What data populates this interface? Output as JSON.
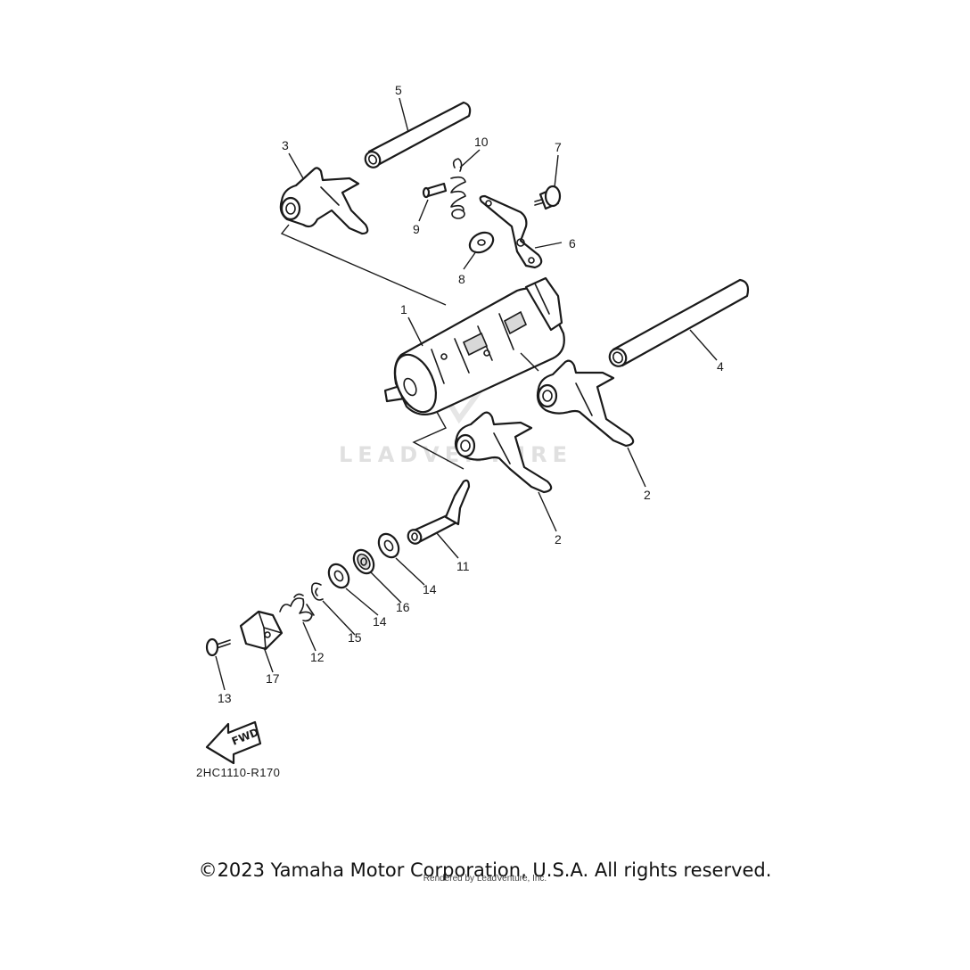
{
  "diagram": {
    "watermark": "LEADVENTURE",
    "diagram_code": "2HC1110-R170",
    "fwd_label": "FWD",
    "callouts": {
      "c1": "1",
      "c2a": "2",
      "c2b": "2",
      "c3": "3",
      "c4": "4",
      "c5": "5",
      "c6": "6",
      "c7": "7",
      "c8": "8",
      "c9": "9",
      "c10": "10",
      "c11": "11",
      "c12": "12",
      "c13": "13",
      "c14a": "14",
      "c14b": "14",
      "c15": "15",
      "c16": "16",
      "c17": "17"
    }
  },
  "footer": {
    "copyright": "©2023 Yamaha Motor Corporation, U.S.A. All rights reserved.",
    "rendered_by": "Rendered by LeadVenture, Inc."
  }
}
